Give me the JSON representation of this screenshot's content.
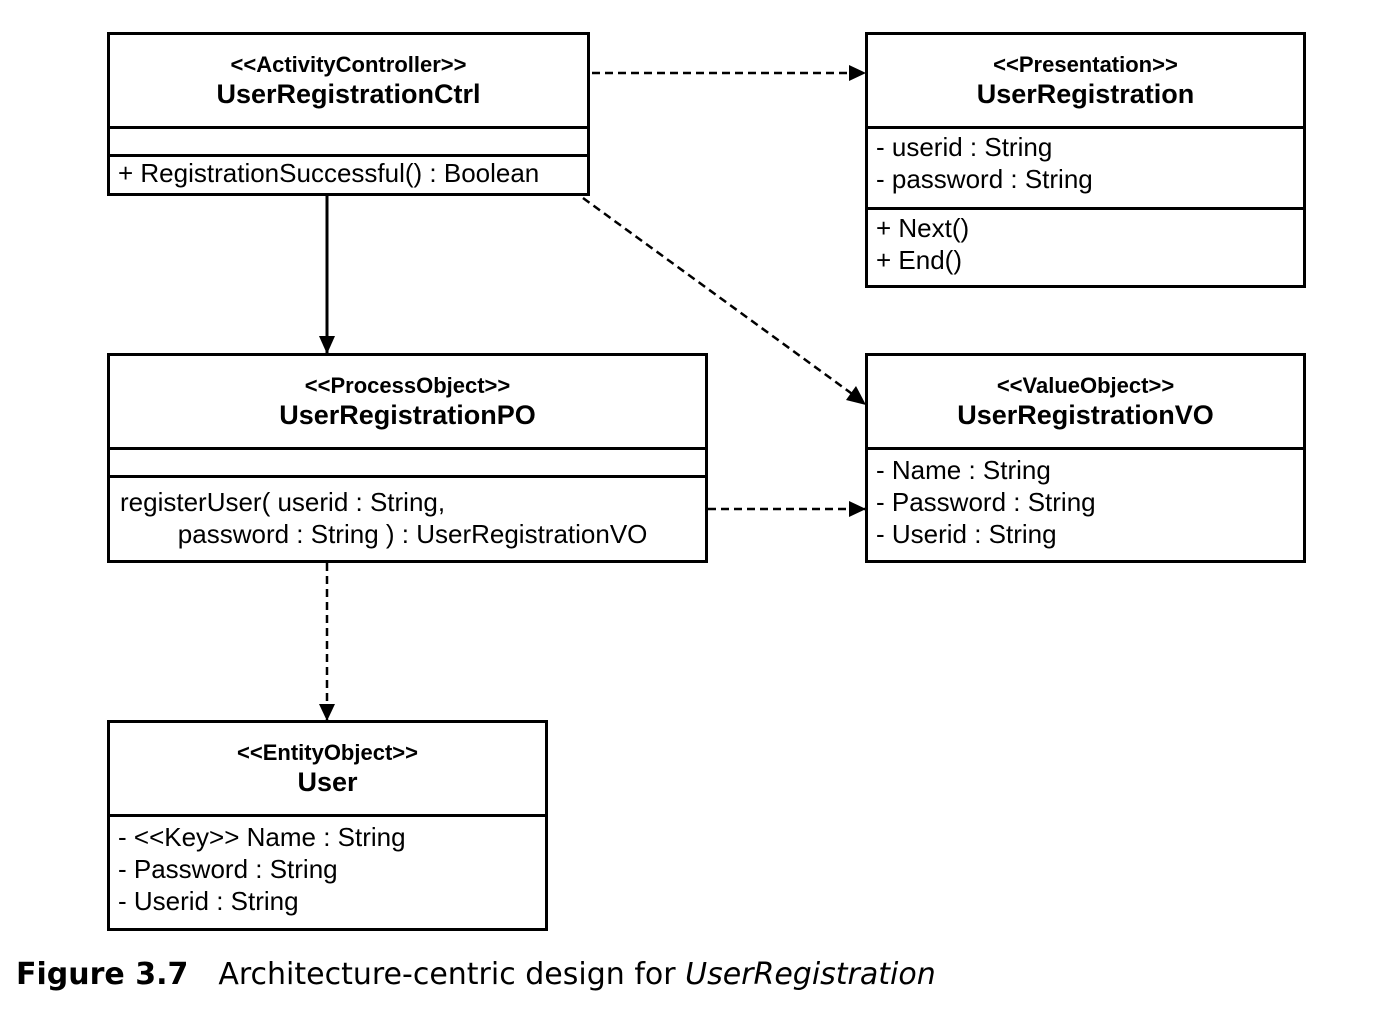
{
  "classes": {
    "ctrl": {
      "stereotype": "<<ActivityController>>",
      "name": "UserRegistrationCtrl",
      "attributes": [],
      "operations": [
        "+ RegistrationSuccessful() : Boolean"
      ]
    },
    "presentation": {
      "stereotype": "<<Presentation>>",
      "name": "UserRegistration",
      "attributes": [
        "- userid : String",
        "- password : String"
      ],
      "operations": [
        "+ Next()",
        "+ End()"
      ]
    },
    "po": {
      "stereotype": "<<ProcessObject>>",
      "name": "UserRegistrationPO",
      "attributes": [],
      "operations": [
        "registerUser( userid : String,",
        "        password : String ) : UserRegistrationVO"
      ]
    },
    "vo": {
      "stereotype": "<<ValueObject>>",
      "name": "UserRegistrationVO",
      "attributes": [
        "- Name : String",
        "- Password : String",
        "- Userid : String"
      ],
      "operations": []
    },
    "entity": {
      "stereotype": "<<EntityObject>>",
      "name": "User",
      "attributes": [
        "- <<Key>> Name : String",
        "- Password : String",
        "- Userid : String"
      ],
      "operations": []
    }
  },
  "relations": [
    {
      "from": "ctrl",
      "to": "presentation",
      "style": "dashed"
    },
    {
      "from": "ctrl",
      "to": "vo",
      "style": "dashed"
    },
    {
      "from": "ctrl",
      "to": "po",
      "style": "solid"
    },
    {
      "from": "po",
      "to": "vo",
      "style": "dashed"
    },
    {
      "from": "po",
      "to": "entity",
      "style": "dashed"
    }
  ],
  "caption": {
    "number": "Figure 3.7",
    "text": "Architecture-centric design for ",
    "target": "UserRegistration"
  }
}
